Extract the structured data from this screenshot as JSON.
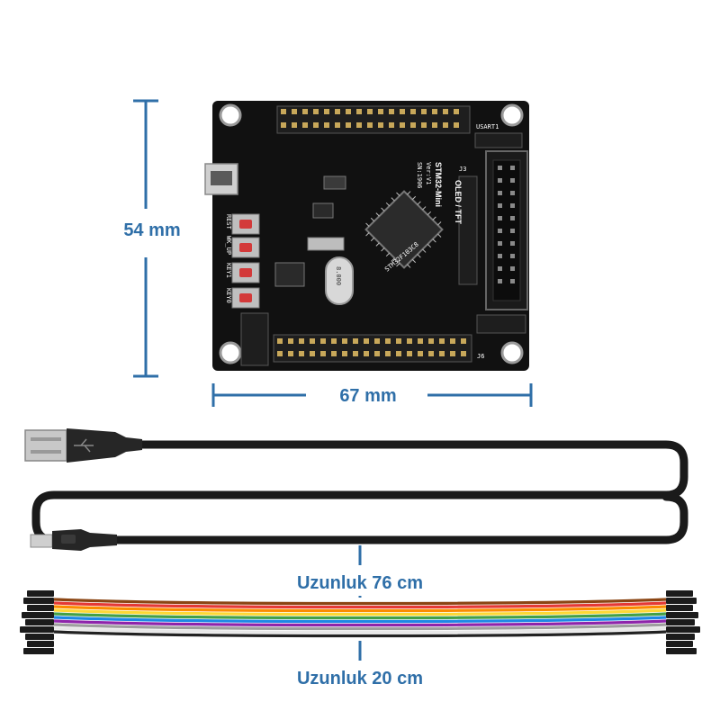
{
  "colors": {
    "dimension": "#2f6fa8",
    "board": "#111111",
    "button": "#d33a3a",
    "cable": "#1a1a1a",
    "jumper_wires": [
      "#8b4513",
      "#e53935",
      "#fb8c00",
      "#fdd835",
      "#43a047",
      "#1e88e5",
      "#8e24aa",
      "#9e9e9e",
      "#ffffff",
      "#222222"
    ]
  },
  "dimensions": {
    "height": "54 mm",
    "width": "67 mm",
    "usb_cable_length": "Uzunluk 76 cm",
    "jumper_length": "Uzunluk 20 cm"
  },
  "board": {
    "chip_label": "STM32-Mini",
    "chip_label_2": "Ver:V1",
    "chip_label_3": "SN:1906",
    "display_label": "OLED / TFT",
    "crystal_label": "8.000",
    "mcu_label": "STM32F103C8",
    "button_labels": [
      "REST",
      "WK_UP",
      "KEY1",
      "KEY0"
    ],
    "uart_label": "USART1",
    "pin_row_label": "J6",
    "pin_header_label": "J3"
  }
}
